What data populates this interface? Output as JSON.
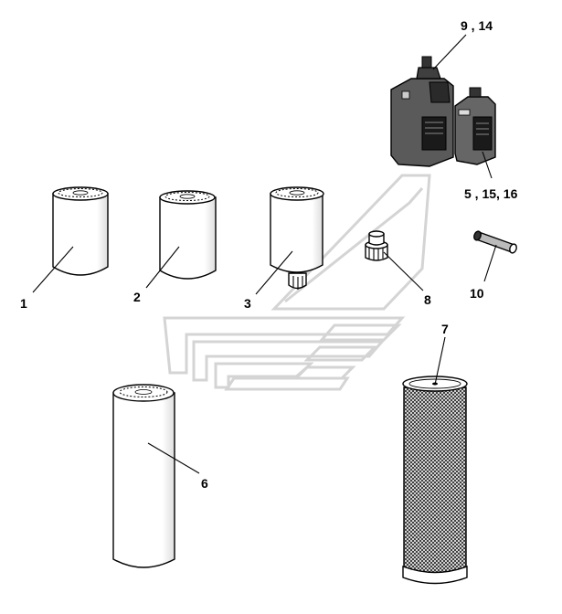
{
  "diagram": {
    "callouts": {
      "c1": "1",
      "c2": "2",
      "c3": "3",
      "c6": "6",
      "c7": "7",
      "c8": "8",
      "c9": "9  , 14",
      "c5": "5  , 15, 16",
      "c10": "10"
    },
    "parts": [
      "oil-filter",
      "oil-filter",
      "fuel-filter-with-sensor",
      "hydraulic-filter-long",
      "air-filter-element",
      "breather-cap",
      "fluid-containers",
      "cylindrical-element"
    ],
    "colors": {
      "line": "#000000",
      "watermark": "#d4d4d4",
      "container": "#555555",
      "background": "#ffffff"
    }
  }
}
